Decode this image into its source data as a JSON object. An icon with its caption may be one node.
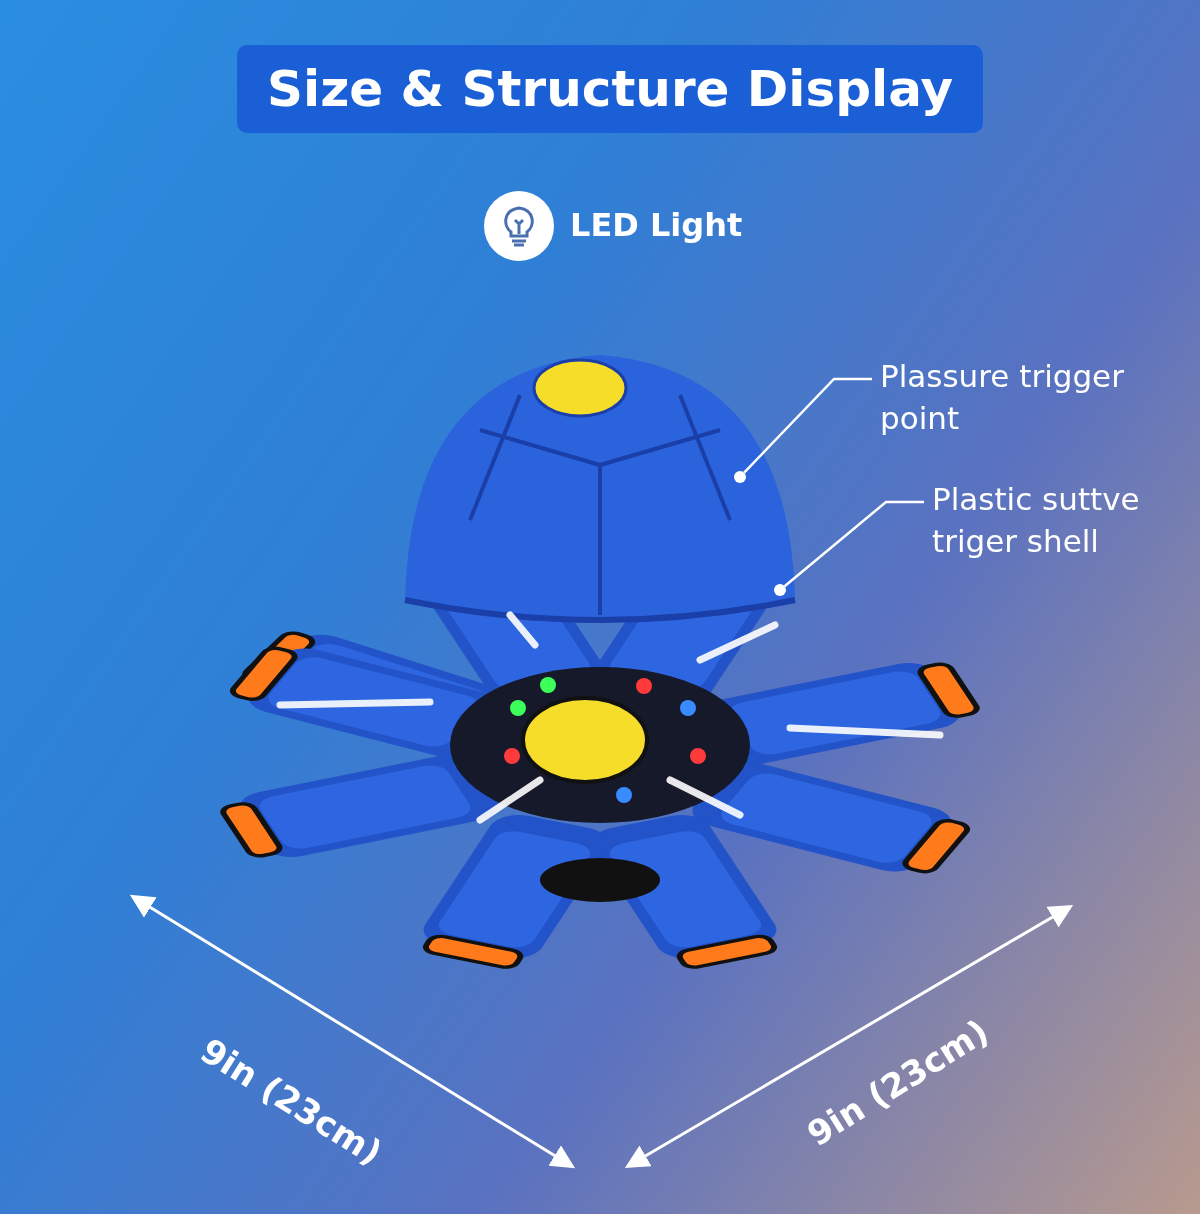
{
  "diagram": {
    "title": "Size & Structure Display",
    "nodes": [
      {
        "text": [
          "Plassure trigger point"
        ]
      },
      {
        "text": [],
        "shape": "circle"
      },
      {
        "text": [
          "Plastic suttve triger shell"
        ]
      },
      {
        "text": [],
        "shape": "circle"
      }
    ],
    "edges": [
      {
        "from": 0,
        "to": 1,
        "arrow": "none"
      },
      {
        "from": 2,
        "to": 3,
        "arrow": "none"
      }
    ],
    "labels": [
      "LED Light",
      "9in (23cm)",
      "9in (23cm)"
    ]
  }
}
